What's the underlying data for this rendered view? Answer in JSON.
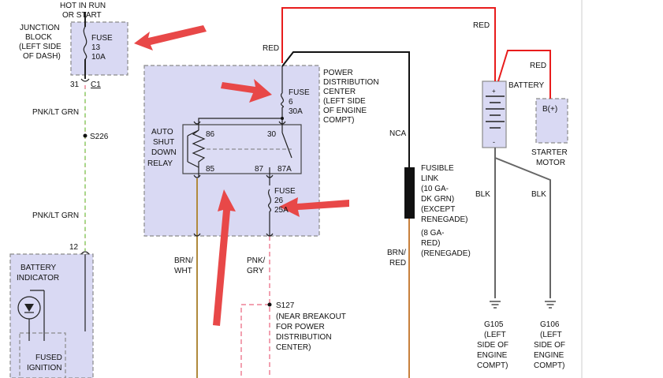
{
  "colors": {
    "red": "#e81c1c",
    "black": "#111111",
    "pink": "#f2a0b0",
    "light_green": "#a8d88a",
    "brown": "#b08a3c",
    "orange": "#c8803c",
    "gray": "#666666",
    "box_fill": "#d9d9f3",
    "arrow": "#e84848"
  },
  "labels": {
    "hot_in_run_1": "HOT IN RUN",
    "hot_in_run_2": "OR START",
    "jb_1": "JUNCTION",
    "jb_2": "BLOCK",
    "jb_3": "(LEFT SIDE",
    "jb_4": "OF DASH)",
    "fuse13_1": "FUSE",
    "fuse13_2": "13",
    "fuse13_3": "10A",
    "pin31": "31",
    "c1": "C1",
    "pnk_lt_grn_1": "PNK/LT GRN",
    "s226": "S226",
    "pnk_lt_grn_2": "PNK/LT GRN",
    "pin12": "12",
    "bi_1": "BATTERY",
    "bi_2": "INDICATOR",
    "fi_1": "FUSED",
    "fi_2": "IGNITION",
    "red_1": "RED",
    "red_2": "RED",
    "red_3": "RED",
    "pdc_1": "POWER",
    "pdc_2": "DISTRIBUTION",
    "pdc_3": "CENTER",
    "pdc_4": "(LEFT SIDE",
    "pdc_5": "OF ENGINE",
    "pdc_6": "COMPT)",
    "fuse6_1": "FUSE",
    "fuse6_2": "6",
    "fuse6_3": "30A",
    "asd_1": "AUTO",
    "asd_2": "SHUT",
    "asd_3": "DOWN",
    "asd_4": "RELAY",
    "pin86": "86",
    "pin30": "30",
    "pin85": "85",
    "pin87": "87",
    "pin87a": "87A",
    "fuse26_1": "FUSE",
    "fuse26_2": "26",
    "fuse26_3": "25A",
    "brn_wht_1": "BRN/",
    "brn_wht_2": "WHT",
    "pnk_gry_1": "PNK/",
    "pnk_gry_2": "GRY",
    "s127": "S127",
    "s127_1": "(NEAR BREAKOUT",
    "s127_2": "FOR POWER",
    "s127_3": "DISTRIBUTION",
    "s127_4": "CENTER)",
    "nca": "NCA",
    "fl_1": "FUSIBLE",
    "fl_2": "LINK",
    "fl_3": "(10 GA-",
    "fl_4": "DK GRN)",
    "fl_5": "(EXCEPT",
    "fl_6": "RENEGADE)",
    "fl_7": "(8 GA-",
    "fl_8": "RED)",
    "fl_9": "(RENEGADE)",
    "brn_red_1": "BRN/",
    "brn_red_2": "RED",
    "battery": "BATTERY",
    "bplus": "B(+)",
    "starter_1": "STARTER",
    "starter_2": "MOTOR",
    "blk_1": "BLK",
    "blk_2": "BLK",
    "g105_1": "G105",
    "g105_2": "(LEFT",
    "g105_3": "SIDE OF",
    "g105_4": "ENGINE",
    "g105_5": "COMPT)",
    "g106_1": "G106",
    "g106_2": "(LEFT",
    "g106_3": "SIDE OF",
    "g106_4": "ENGINE",
    "g106_5": "COMPT)",
    "plus": "+",
    "minus": "-"
  }
}
